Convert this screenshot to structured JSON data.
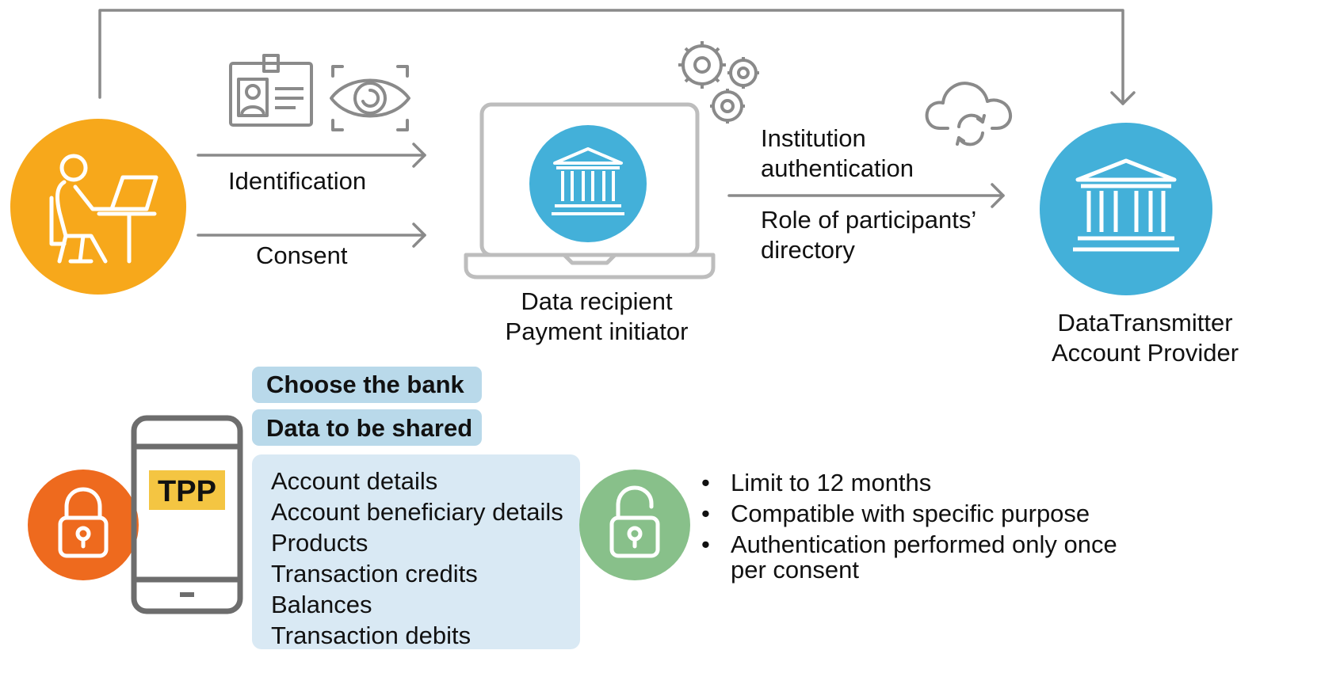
{
  "flow": {
    "identification_label": "Identification",
    "consent_label": "Consent",
    "data_recipient_line1": "Data recipient",
    "data_recipient_line2": "Payment initiator",
    "institution_auth_line1": "Institution",
    "institution_auth_line2": "authentication",
    "role_directory_line1": "Role of participants’",
    "role_directory_line2": "directory",
    "transmitter_line1": "DataTransmitter",
    "transmitter_line2": "Account Provider"
  },
  "consent_panel": {
    "choose_bank": "Choose the bank",
    "data_to_be_shared": "Data to be shared",
    "tpp_label": "TPP",
    "data_items": [
      "Account details",
      "Account beneficiary details",
      "Products",
      "Transaction credits",
      "Balances",
      "Transaction debits"
    ],
    "rules": [
      "Limit to 12 months",
      "Compatible with specific purpose",
      "Authentication performed only once",
      "per consent"
    ]
  },
  "colors": {
    "user_circle": "#f7a81b",
    "bank_circle": "#43b0d9",
    "lock_closed": "#ee6a1e",
    "lock_open": "#88c08a",
    "arrow_gray": "#8a8a8a",
    "tpp_badge": "#f4c542",
    "pill_blue": "#b9d9ea",
    "list_blue": "#d9e9f4"
  },
  "icons": [
    "user-at-laptop-icon",
    "id-card-icon",
    "eye-scan-icon",
    "laptop-icon",
    "bank-icon",
    "gears-icon",
    "cloud-sync-icon",
    "smartphone-icon",
    "lock-closed-icon",
    "lock-open-icon"
  ]
}
